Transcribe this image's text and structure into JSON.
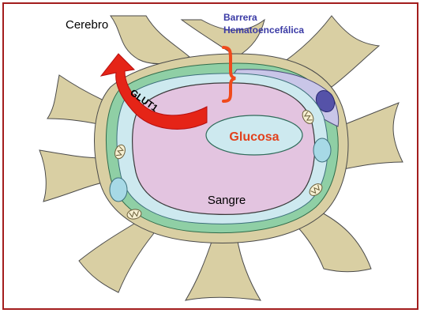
{
  "labels": {
    "brain": "Cerebro",
    "barrier_line1": "Barrera",
    "barrier_line2": "Hematoencefálica",
    "transporter": "GLUT1",
    "glucose": "Glucosa",
    "blood": "Sangre"
  },
  "colors": {
    "frame": "#a31d1d",
    "astrocyte": "#d9cfa3",
    "astrocyte_stroke": "#4a4a4a",
    "lumen": "#e3c4e0",
    "endothelium": "#cde9ef",
    "basement": "#8fcfa5",
    "pericyte": "#c9c6e8",
    "pericyte_nucleus": "#5552a8",
    "nucleus": "#a7d9e6",
    "glucose_fill": "#cde9ef",
    "glucose_text": "#e2411d",
    "arrow": "#e52417",
    "arrow_dark": "#b50f0f",
    "bracket": "#f04a1c",
    "barrier_text": "#3a3aa5"
  },
  "icons": [
    "mitochondrion-icon",
    "nucleus-icon"
  ]
}
